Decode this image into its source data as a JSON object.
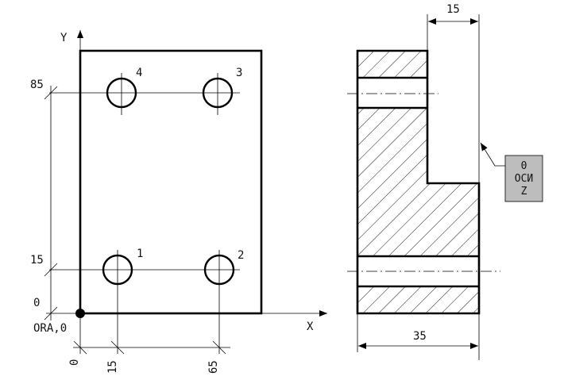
{
  "front_view": {
    "axis_x_label": "X",
    "axis_y_label": "Y",
    "origin_label": "ORA,0",
    "y_dims": [
      "85",
      "15",
      "0"
    ],
    "x_dims": [
      "0",
      "15",
      "65"
    ],
    "holes": [
      "1",
      "2",
      "3",
      "4"
    ]
  },
  "side_view": {
    "top_dim": "15",
    "bottom_dim": "35",
    "badge": [
      "0",
      "ОСИ",
      "Z"
    ],
    "badge_color": "#bdbdbd"
  }
}
